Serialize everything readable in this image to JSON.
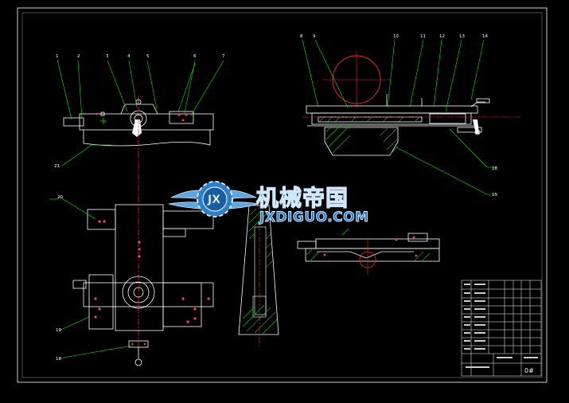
{
  "drawing": {
    "background_color": "#000000",
    "line_color": "#ffffff",
    "leader_color": "#00ff00",
    "center_line_color": "#ff0000",
    "hatch_color": "#00cc00"
  },
  "callouts": {
    "top_view": [
      "1",
      "2",
      "3",
      "4",
      "5",
      "6",
      "7"
    ],
    "right_view": [
      "8",
      "9",
      "10",
      "11",
      "12",
      "13",
      "14"
    ],
    "c15": "15",
    "c16": "16",
    "c18": "18",
    "c19": "19",
    "c20": "20",
    "c21": "21"
  },
  "watermark": {
    "chinese": "机械帝国",
    "latin": "JXDIGUO.COM",
    "logo_letters": "JX"
  },
  "title_block": {
    "sheet_label": "0#"
  }
}
